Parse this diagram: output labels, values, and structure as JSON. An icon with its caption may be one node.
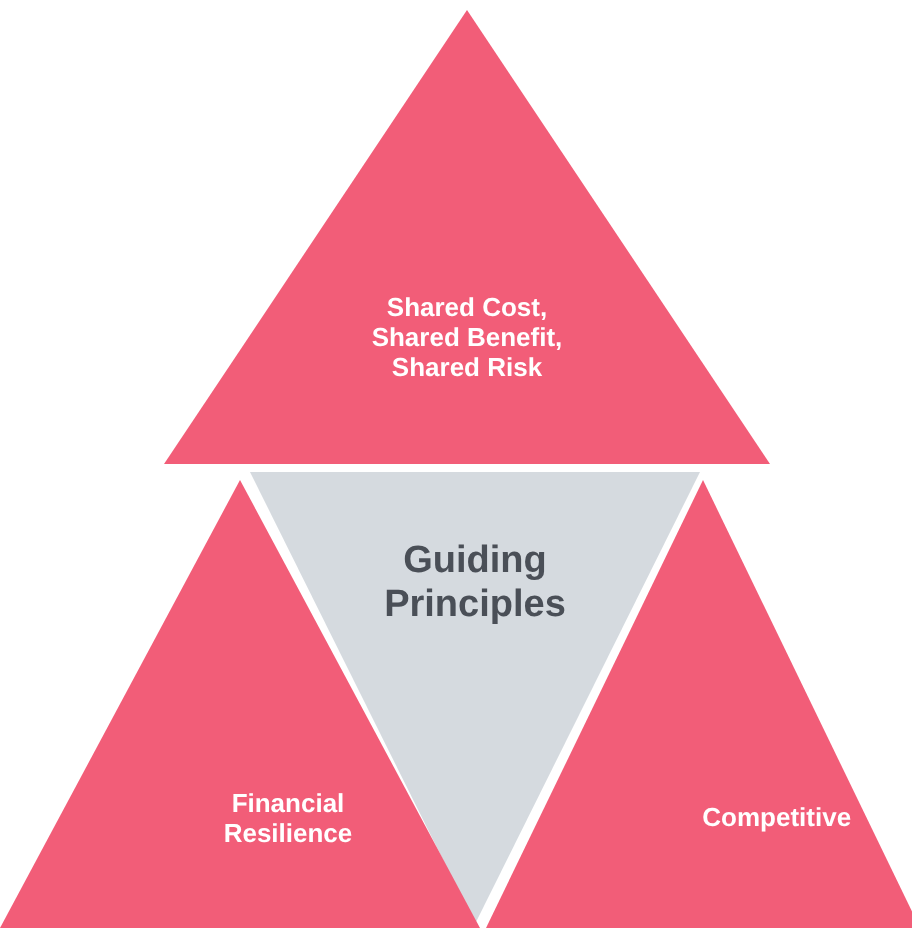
{
  "diagram": {
    "nodes": [
      {
        "text": [
          "Shared Cost, Shared Benefit, Shared Risk"
        ]
      },
      {
        "text": [
          "Guiding Principles"
        ]
      },
      {
        "text": [
          "Financial Resilience"
        ]
      },
      {
        "text": [
          "Competitive"
        ]
      }
    ]
  }
}
